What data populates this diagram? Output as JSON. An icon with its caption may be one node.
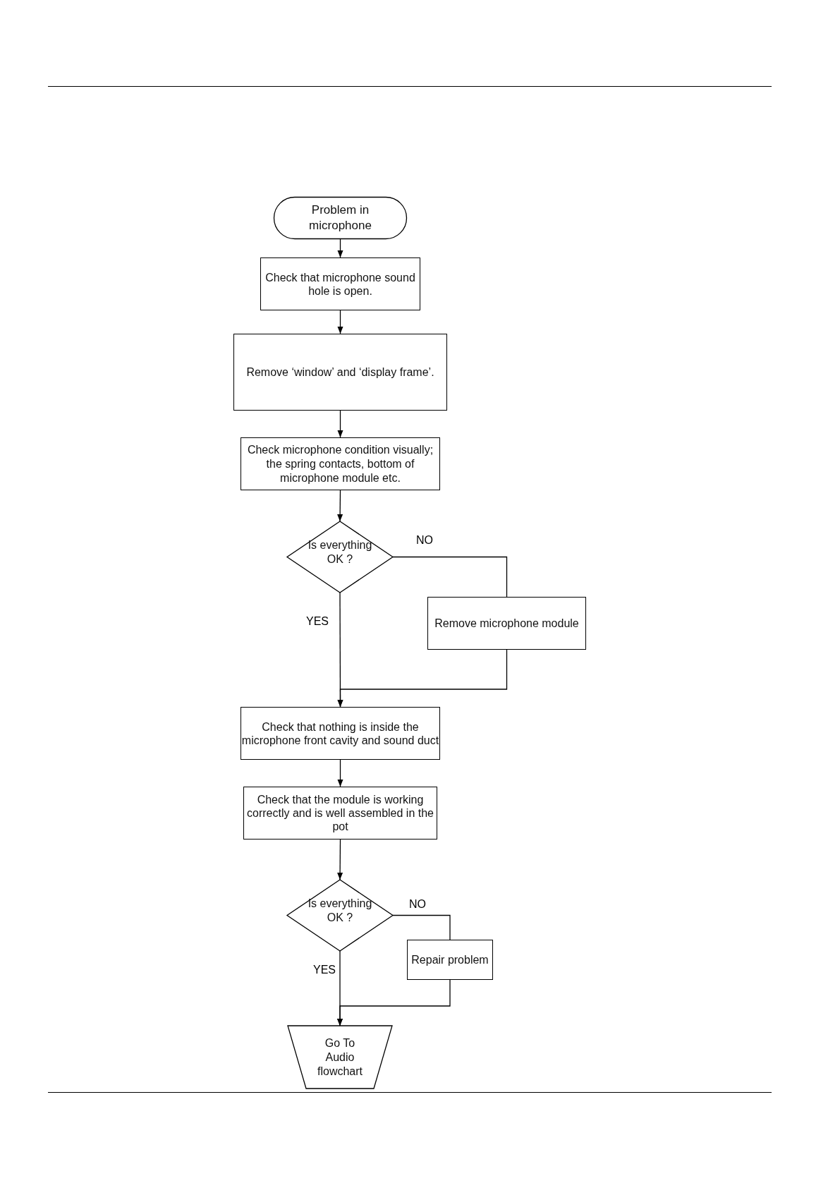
{
  "diagram": {
    "nodes": [
      {
        "text": [
          "Problem in microphone"
        ]
      },
      {
        "text": [
          "Check that microphone sound hole is open."
        ]
      },
      {
        "text": [
          "Remove ‘window’ and ‘display frame’."
        ]
      },
      {
        "text": [
          "Check microphone condition visually; the spring contacts, bottom of microphone module etc."
        ]
      },
      {
        "text": [
          "Is everything OK ?"
        ]
      },
      {
        "text": [
          "Remove microphone module"
        ]
      },
      {
        "text": [
          "Check that nothing is inside the microphone front cavity and sound duct"
        ]
      },
      {
        "text": [
          "Check that the module is working correctly and is well assembled in the pot"
        ]
      },
      {
        "text": [
          "Is everything OK ?"
        ]
      },
      {
        "text": [
          "Repair problem"
        ]
      },
      {
        "text": [
          "Go To Audio flowchart"
        ]
      }
    ],
    "edges": [
      {
        "from": 0,
        "to": 1,
        "arrow": "to"
      },
      {
        "from": 1,
        "to": 2,
        "arrow": "to"
      },
      {
        "from": 2,
        "to": 3,
        "arrow": "to"
      },
      {
        "from": 3,
        "to": 4,
        "arrow": "to"
      },
      {
        "from": 4,
        "to": 5,
        "arrow": "none",
        "label": "NO"
      },
      {
        "from": 4,
        "to": 6,
        "arrow": "to",
        "label": "YES"
      },
      {
        "from": 5,
        "to": 6,
        "arrow": "to"
      },
      {
        "from": 6,
        "to": 7,
        "arrow": "to"
      },
      {
        "from": 7,
        "to": 8,
        "arrow": "to"
      },
      {
        "from": 8,
        "to": 9,
        "arrow": "none",
        "label": "NO"
      },
      {
        "from": 8,
        "to": 10,
        "arrow": "to",
        "label": "YES"
      },
      {
        "from": 9,
        "to": 10,
        "arrow": "to"
      }
    ]
  }
}
